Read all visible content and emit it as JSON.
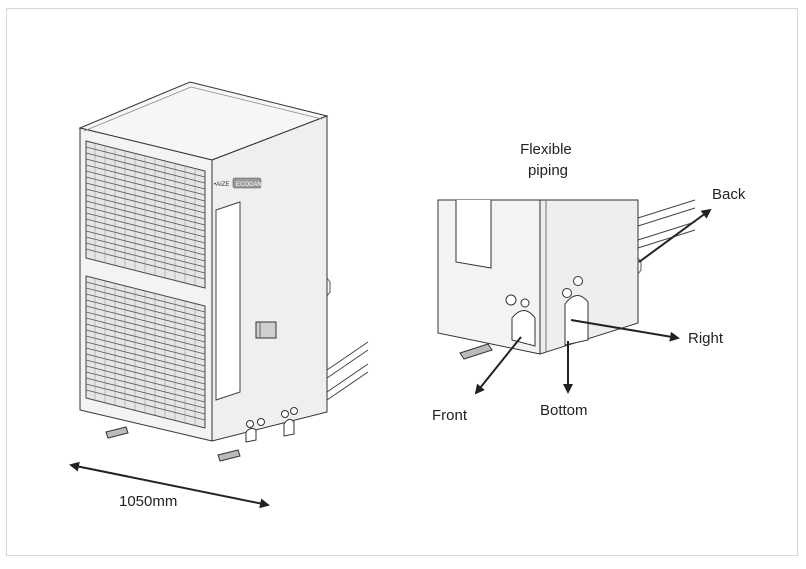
{
  "unit": {
    "brand_text": "•AIZE",
    "badge_text": "ECODAN"
  },
  "labels": {
    "width": "1050mm",
    "flexible_line1": "Flexible",
    "flexible_line2": "piping",
    "back": "Back",
    "right": "Right",
    "front": "Front",
    "bottom": "Bottom"
  },
  "colors": {
    "line": "#222222",
    "arrow": "#222222",
    "body": "#f3f3f3",
    "grille": "#dcdcdc",
    "badge": "#9a9a9a"
  }
}
